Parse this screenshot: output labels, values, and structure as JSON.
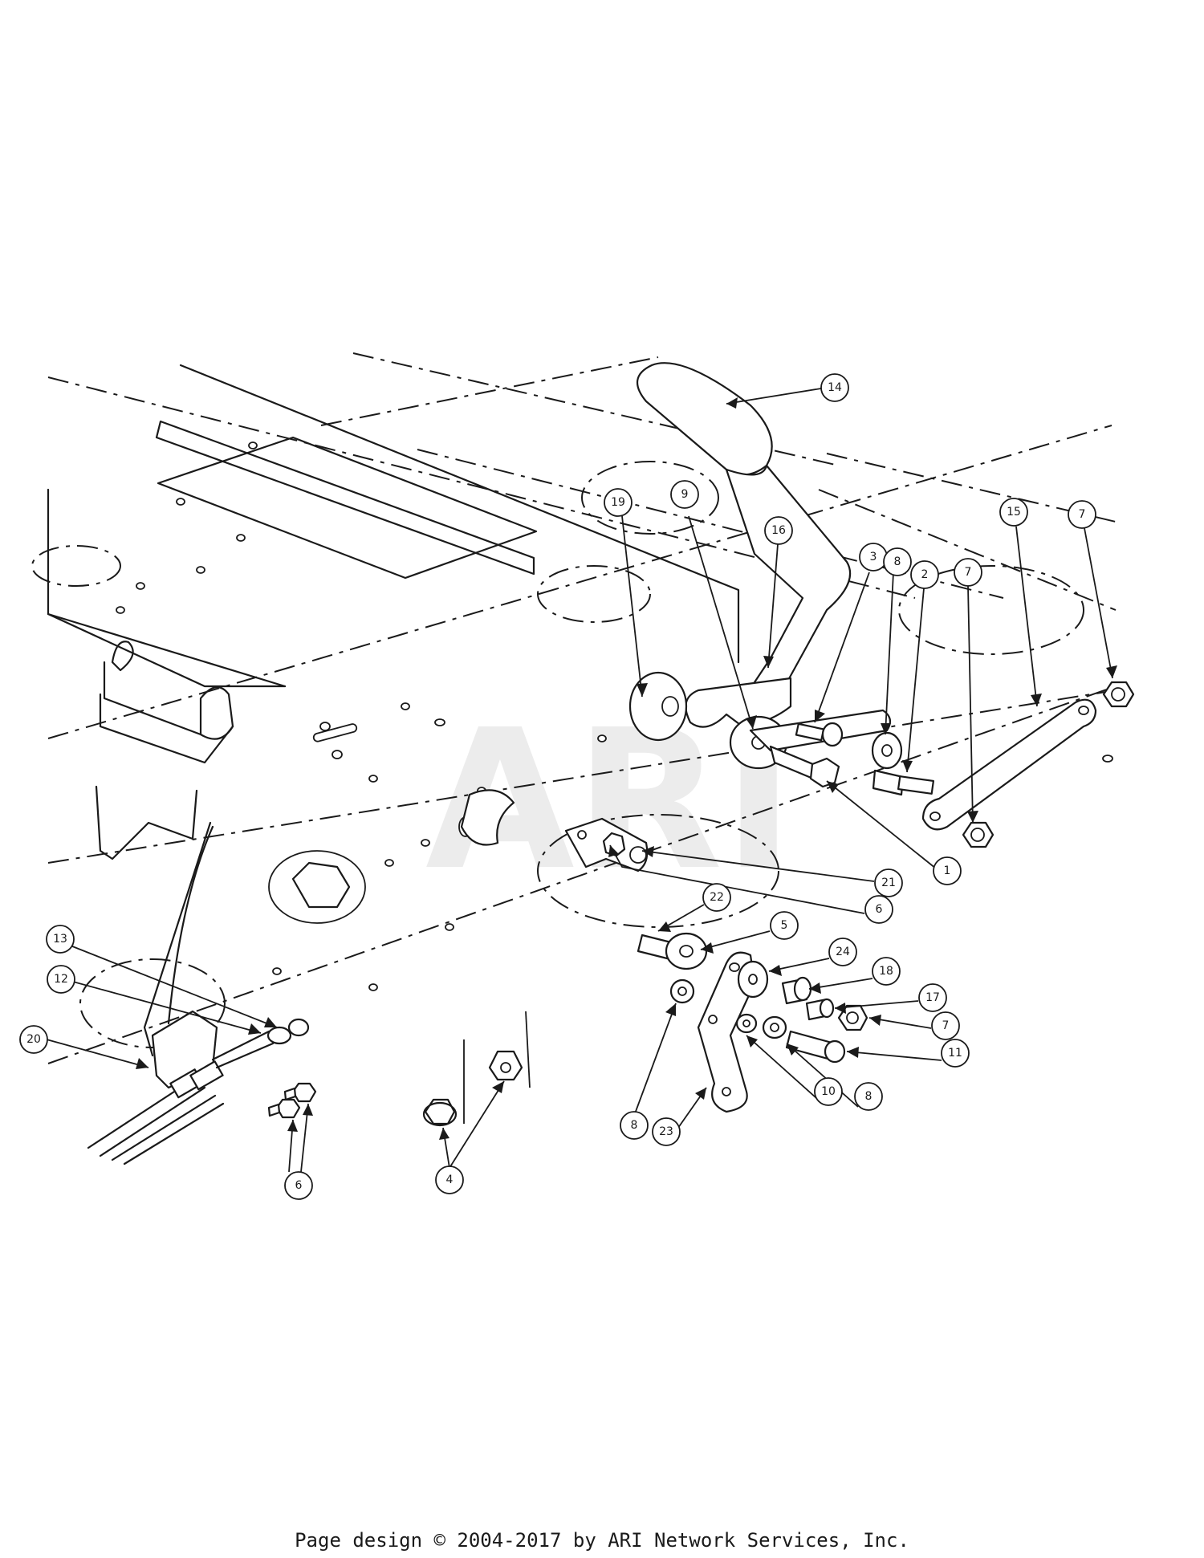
{
  "watermark": {
    "text": "ARI",
    "color": "#ececec"
  },
  "footer": {
    "copyright": "Page design © 2004-2017 by ARI Network Services, Inc."
  },
  "callouts": [
    {
      "id": "c14",
      "label": "14"
    },
    {
      "id": "c19",
      "label": "19"
    },
    {
      "id": "c9",
      "label": "9"
    },
    {
      "id": "c16",
      "label": "16"
    },
    {
      "id": "c3",
      "label": "3"
    },
    {
      "id": "c8a",
      "label": "8"
    },
    {
      "id": "c2",
      "label": "2"
    },
    {
      "id": "c7a",
      "label": "7"
    },
    {
      "id": "c15",
      "label": "15"
    },
    {
      "id": "c7b",
      "label": "7"
    },
    {
      "id": "c1",
      "label": "1"
    },
    {
      "id": "c21",
      "label": "21"
    },
    {
      "id": "c6a",
      "label": "6"
    },
    {
      "id": "c22",
      "label": "22"
    },
    {
      "id": "c5",
      "label": "5"
    },
    {
      "id": "c24",
      "label": "24"
    },
    {
      "id": "c18",
      "label": "18"
    },
    {
      "id": "c17",
      "label": "17"
    },
    {
      "id": "c7c",
      "label": "7"
    },
    {
      "id": "c11",
      "label": "11"
    },
    {
      "id": "c8b",
      "label": "8"
    },
    {
      "id": "c10",
      "label": "10"
    },
    {
      "id": "c8c",
      "label": "8"
    },
    {
      "id": "c23",
      "label": "23"
    },
    {
      "id": "c13",
      "label": "13"
    },
    {
      "id": "c12",
      "label": "12"
    },
    {
      "id": "c20",
      "label": "20"
    },
    {
      "id": "c6b",
      "label": "6"
    },
    {
      "id": "c4",
      "label": "4"
    }
  ]
}
